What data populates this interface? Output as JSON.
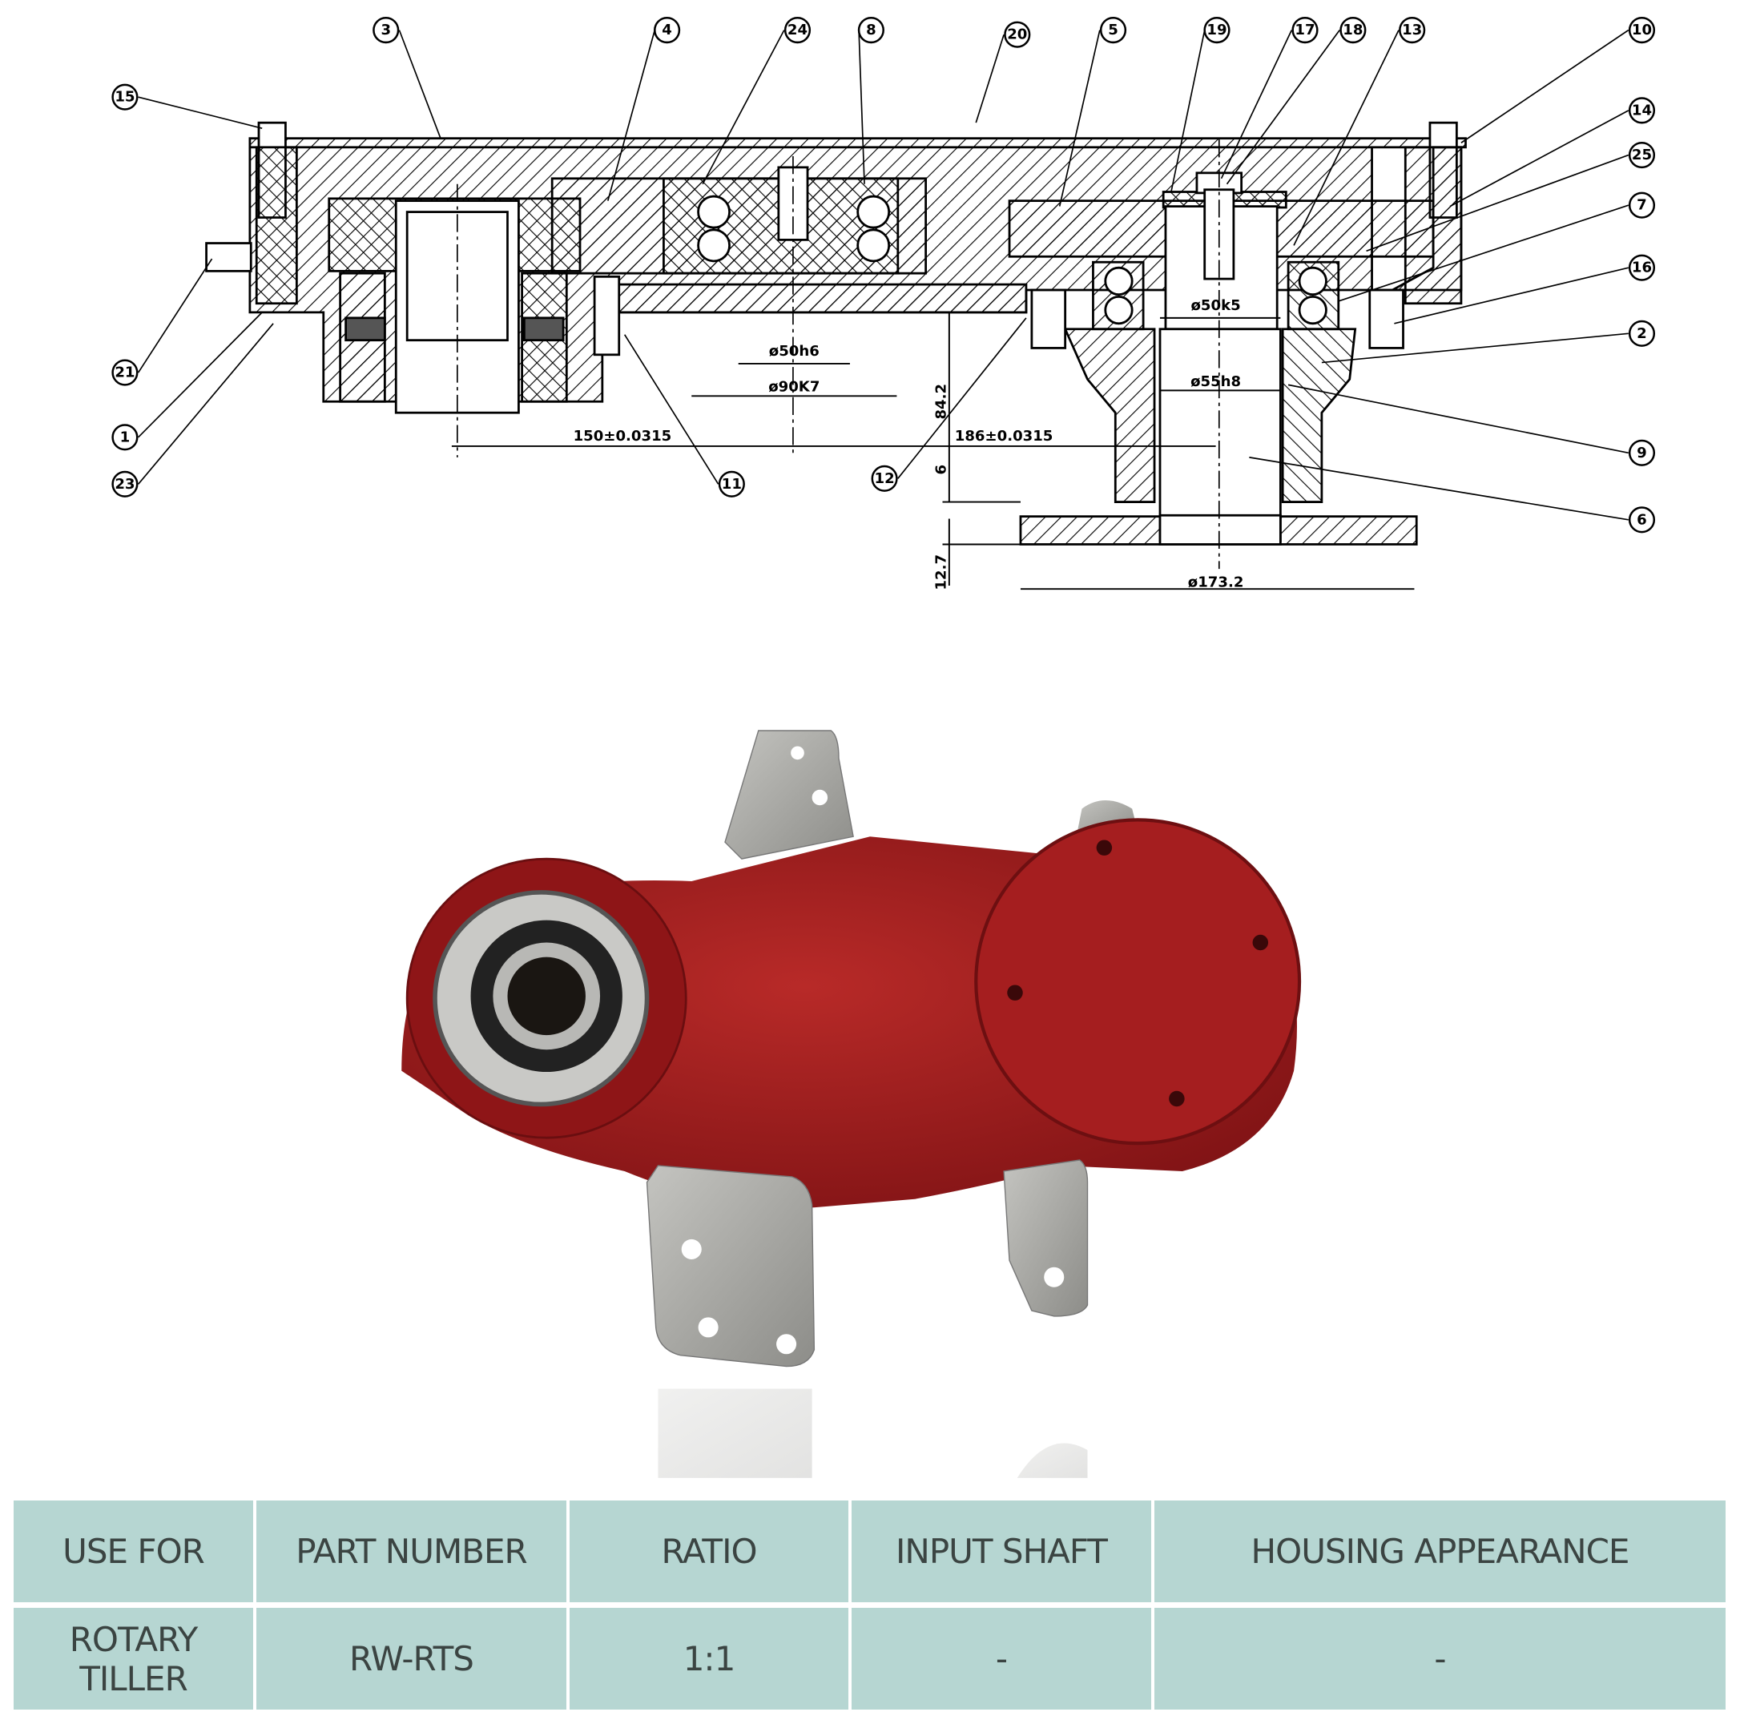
{
  "drawing": {
    "balloons": [
      "3",
      "4",
      "24",
      "8",
      "20",
      "5",
      "19",
      "17",
      "18",
      "13",
      "10",
      "14",
      "25",
      "7",
      "16",
      "2",
      "9",
      "6",
      "15",
      "21",
      "1",
      "23",
      "11",
      "12"
    ],
    "dimensions": {
      "d_50h6": "ø50h6",
      "d_90k7": "ø90K7",
      "center_150": "150±0.0315",
      "center_186": "186±0.0315",
      "h_84_2": "84.2",
      "h_6": "6",
      "h_12_7": "12.7",
      "d_50k5": "ø50k5",
      "d_55h8": "ø55h8",
      "d_173_2": "ø173.2"
    }
  },
  "colors": {
    "housing": "#a81c1e",
    "bracket": "#a9a9a6",
    "table_bg": "#b6d6d2",
    "table_text": "#3b4442"
  },
  "table": {
    "headers": [
      "USE FOR",
      "PART NUMBER",
      "RATIO",
      "INPUT SHAFT",
      "HOUSING APPEARANCE"
    ],
    "row": [
      "ROTARY TILLER",
      "RW-RTS",
      "1:1",
      "-",
      "-"
    ]
  }
}
